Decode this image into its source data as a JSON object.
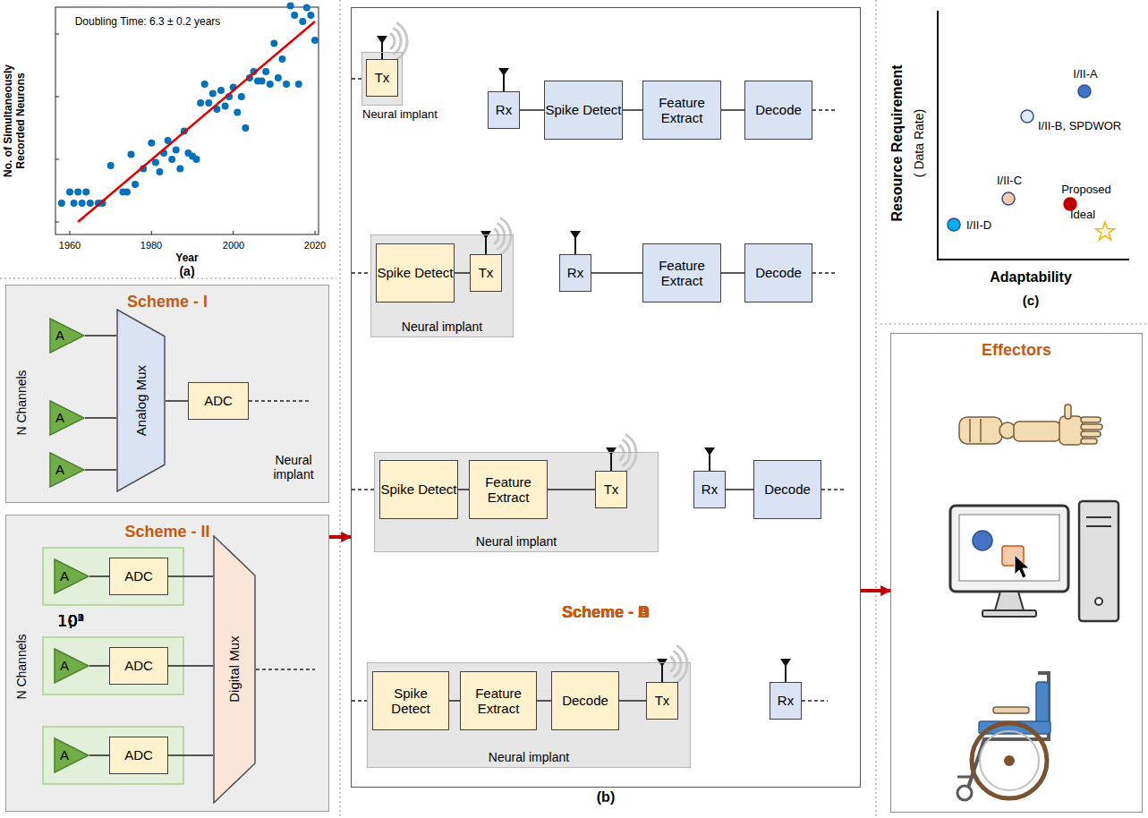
{
  "diagram": {
    "nodes": [
      {
        "text": [
          "Scheme - I"
        ]
      },
      {
        "text": [
          "A"
        ],
        "in": 0
      },
      {
        "text": [
          "A"
        ],
        "in": 0
      },
      {
        "text": [
          "A"
        ],
        "in": 0
      },
      {
        "text": [
          "Analog Mux"
        ],
        "in": 0
      },
      {
        "text": [
          "ADC"
        ],
        "in": 0
      },
      {
        "text": [
          "Scheme - II"
        ]
      },
      {
        "text": [
          "A"
        ],
        "in": 6
      },
      {
        "text": [
          "ADC"
        ],
        "in": 6
      },
      {
        "text": [
          "A"
        ],
        "in": 6
      },
      {
        "text": [
          "ADC"
        ],
        "in": 6
      },
      {
        "text": [
          "A"
        ],
        "in": 6
      },
      {
        "text": [
          "ADC"
        ],
        "in": 6
      },
      {
        "text": [
          "Digital Mux"
        ],
        "in": 6
      },
      {
        "text": [
          "(b)"
        ]
      },
      {
        "text": [
          "Neural implant"
        ],
        "in": 14
      },
      {
        "text": [
          "Tx"
        ],
        "in": 15
      },
      {
        "text": [
          "Rx"
        ],
        "in": 14
      },
      {
        "text": [
          "Spike Detect"
        ],
        "in": 14
      },
      {
        "text": [
          "Feature Extract"
        ],
        "in": 14
      },
      {
        "text": [
          "Decode"
        ],
        "in": 14
      },
      {
        "text": [
          "Neural implant"
        ],
        "in": 14
      },
      {
        "text": [
          "Spike Detect"
        ],
        "in": 21
      },
      {
        "text": [
          "Tx"
        ],
        "in": 21
      },
      {
        "text": [
          "Rx"
        ],
        "in": 14
      },
      {
        "text": [
          "Feature Extract"
        ],
        "in": 14
      },
      {
        "text": [
          "Decode"
        ],
        "in": 14
      },
      {
        "text": [
          "Neural implant"
        ],
        "in": 14
      },
      {
        "text": [
          "Spike Detect"
        ],
        "in": 27
      },
      {
        "text": [
          "Feature Extract"
        ],
        "in": 27
      },
      {
        "text": [
          "Tx"
        ],
        "in": 27
      },
      {
        "text": [
          "Rx"
        ],
        "in": 14
      },
      {
        "text": [
          "Decode"
        ],
        "in": 14
      },
      {
        "text": [
          "Neural implant"
        ],
        "in": 14
      },
      {
        "text": [
          "Spike Detect"
        ],
        "in": 33
      },
      {
        "text": [
          "Feature Extract"
        ],
        "in": 33
      },
      {
        "text": [
          "Decode"
        ],
        "in": 33
      },
      {
        "text": [
          "Tx"
        ],
        "in": 33
      },
      {
        "text": [
          "Rx"
        ],
        "in": 14
      },
      {
        "text": [
          "Effectors"
        ]
      }
    ],
    "edges": [
      {
        "from": 1,
        "to": 4,
        "arrow": "none"
      },
      {
        "from": 2,
        "to": 4,
        "arrow": "none"
      },
      {
        "from": 3,
        "to": 4,
        "arrow": "none"
      },
      {
        "from": 4,
        "to": 5,
        "arrow": "none"
      },
      {
        "from": 7,
        "to": 8,
        "arrow": "none"
      },
      {
        "from": 9,
        "to": 10,
        "arrow": "none"
      },
      {
        "from": 11,
        "to": 12,
        "arrow": "none"
      },
      {
        "from": 8,
        "to": 13,
        "arrow": "none"
      },
      {
        "from": 10,
        "to": 13,
        "arrow": "none"
      },
      {
        "from": 12,
        "to": 13,
        "arrow": "none"
      },
      {
        "from": 6,
        "to": 14,
        "arrow": "to"
      },
      {
        "from": 14,
        "to": 39,
        "arrow": "to"
      },
      {
        "from": 17,
        "to": 18,
        "arrow": "none"
      },
      {
        "from": 18,
        "to": 19,
        "arrow": "none"
      },
      {
        "from": 19,
        "to": 20,
        "arrow": "none"
      },
      {
        "from": 22,
        "to": 23,
        "arrow": "none"
      },
      {
        "from": 24,
        "to": 25,
        "arrow": "none"
      },
      {
        "from": 25,
        "to": 26,
        "arrow": "none"
      },
      {
        "from": 28,
        "to": 29,
        "arrow": "none"
      },
      {
        "from": 29,
        "to": 30,
        "arrow": "none"
      },
      {
        "from": 31,
        "to": 32,
        "arrow": "none"
      },
      {
        "from": 34,
        "to": 35,
        "arrow": "none"
      },
      {
        "from": 35,
        "to": 36,
        "arrow": "none"
      },
      {
        "from": 36,
        "to": 37,
        "arrow": "none"
      }
    ],
    "labels": [
      "No. of Simultaneously Recorded Neurons",
      "Doubling Time: 6.3 ± 0.2 years",
      "10³",
      "10²",
      "10¹",
      "10⁰",
      "1960",
      "1980",
      "2000",
      "2020",
      "Year",
      "(a)",
      "N Channels",
      "⋮",
      "Neural implant",
      "N Channels",
      "⋮",
      "Scheme - A",
      "Scheme - B",
      "Scheme - C",
      "Scheme - D",
      "Resource Requirement",
      "( Data Rate)",
      "Adaptability",
      "(c)",
      "I/II-A",
      "I/II-B, SPDWOR",
      "I/II-C",
      "Proposed",
      "I/II-D",
      "Ideal"
    ]
  }
}
